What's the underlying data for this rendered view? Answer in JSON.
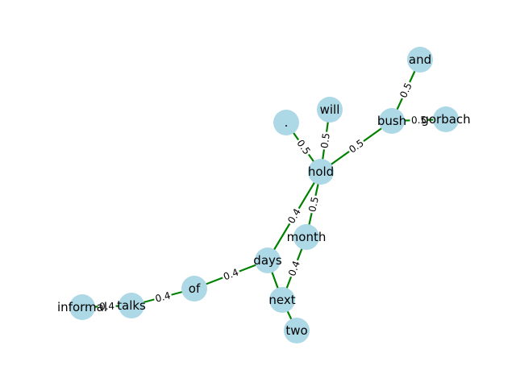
{
  "graph": {
    "node_color": "#add8e6",
    "edge_color": "#008000",
    "nodes": [
      {
        "id": "and",
        "label": "and"
      },
      {
        "id": "will",
        "label": "will"
      },
      {
        "id": "dot",
        "label": "."
      },
      {
        "id": "bush",
        "label": "bush"
      },
      {
        "id": "gorbach",
        "label": "gorbach"
      },
      {
        "id": "hold",
        "label": "hold"
      },
      {
        "id": "month",
        "label": "month"
      },
      {
        "id": "days",
        "label": "days"
      },
      {
        "id": "of",
        "label": "of"
      },
      {
        "id": "talks",
        "label": "talks"
      },
      {
        "id": "informal",
        "label": "informal"
      },
      {
        "id": "next",
        "label": "next"
      },
      {
        "id": "two",
        "label": "two"
      }
    ],
    "edges": [
      {
        "source": "bush",
        "target": "and",
        "weight": "0.5"
      },
      {
        "source": "bush",
        "target": "gorbach",
        "weight": "0.5"
      },
      {
        "source": "hold",
        "target": "bush",
        "weight": "0.5"
      },
      {
        "source": "hold",
        "target": "will",
        "weight": "0.5"
      },
      {
        "source": "hold",
        "target": "dot",
        "weight": "0.5"
      },
      {
        "source": "hold",
        "target": "month",
        "weight": "0.5"
      },
      {
        "source": "hold",
        "target": "days",
        "weight": "0.4"
      },
      {
        "source": "month",
        "target": "next",
        "weight": "0.4"
      },
      {
        "source": "days",
        "target": "next",
        "weight": ""
      },
      {
        "source": "days",
        "target": "of",
        "weight": "0.4"
      },
      {
        "source": "of",
        "target": "talks",
        "weight": "0.4"
      },
      {
        "source": "talks",
        "target": "informal",
        "weight": "0.4"
      },
      {
        "source": "next",
        "target": "two",
        "weight": ""
      }
    ]
  }
}
